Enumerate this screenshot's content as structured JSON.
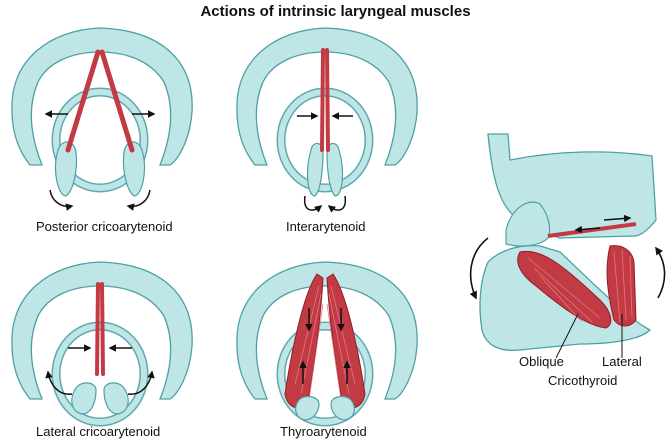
{
  "title": "Actions of intrinsic laryngeal muscles",
  "panels": {
    "posterior_cricoarytenoid": "Posterior cricoarytenoid",
    "interarytenoid": "Interarytenoid",
    "lateral_cricoarytenoid": "Lateral cricoarytenoid",
    "thyroarytenoid": "Thyroarytenoid"
  },
  "side_view": {
    "oblique": "Oblique",
    "lateral": "Lateral",
    "cricothyroid": "Cricothyroid"
  },
  "colors": {
    "cartilage_fill": "#bfe6e6",
    "cartilage_stroke": "#4f9fa6",
    "muscle": "#c23a44",
    "muscle_light": "#e07a80",
    "arrow": "#111111"
  }
}
